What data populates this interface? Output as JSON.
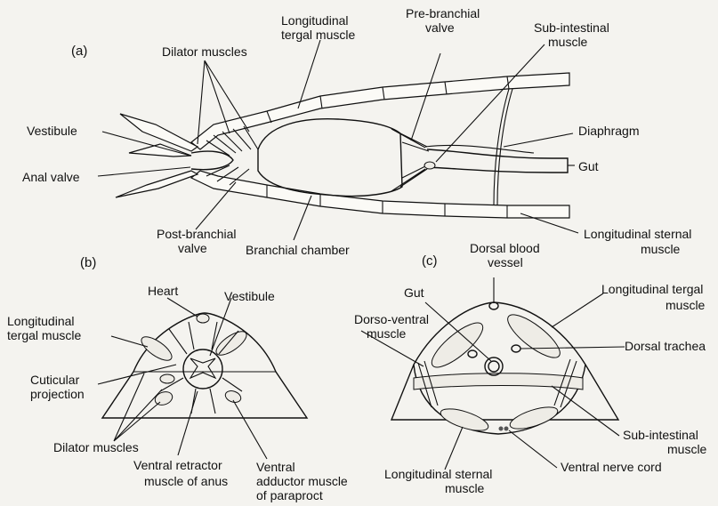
{
  "panels": {
    "a": "(a)",
    "b": "(b)",
    "c": "(c)"
  },
  "labels_a": {
    "dilator_muscles": "Dilator muscles",
    "long_tergal_1": "Longitudinal",
    "long_tergal_2": "tergal muscle",
    "prebranchial_1": "Pre-branchial",
    "prebranchial_2": "valve",
    "subintestinal_1": "Sub-intestinal",
    "subintestinal_2": "muscle",
    "vestibule": "Vestibule",
    "diaphragm": "Diaphragm",
    "anal_valve": "Anal valve",
    "gut": "Gut",
    "postbranchial_1": "Post-branchial",
    "postbranchial_2": "valve",
    "branchial_chamber": "Branchial chamber",
    "long_sternal_1": "Longitudinal sternal",
    "long_sternal_2": "muscle"
  },
  "labels_b": {
    "heart": "Heart",
    "vestibule": "Vestibule",
    "long_tergal_1": "Longitudinal",
    "long_tergal_2": "tergal muscle",
    "cuticular_1": "Cuticular",
    "cuticular_2": "projection",
    "dilator_muscles": "Dilator muscles",
    "ventral_retractor_1": "Ventral retractor",
    "ventral_retractor_2": "muscle of anus",
    "ventral_adductor_1": "Ventral",
    "ventral_adductor_2": "adductor muscle",
    "ventral_adductor_3": "of paraproct"
  },
  "labels_c": {
    "dorsal_blood_1": "Dorsal blood",
    "dorsal_blood_2": "vessel",
    "gut": "Gut",
    "long_tergal_1": "Longitudinal tergal",
    "long_tergal_2": "muscle",
    "dorso_ventral_1": "Dorso-ventral",
    "dorso_ventral_2": "muscle",
    "dorsal_trachea": "Dorsal trachea",
    "subintestinal_1": "Sub-intestinal",
    "subintestinal_2": "muscle",
    "ventral_nerve": "Ventral nerve cord",
    "long_sternal_1": "Longitudinal sternal",
    "long_sternal_2": "muscle"
  }
}
